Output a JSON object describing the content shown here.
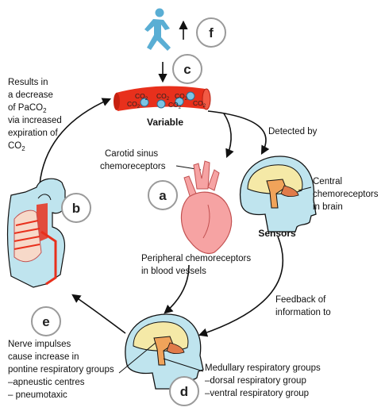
{
  "badges": {
    "a": "a",
    "b": "b",
    "c": "c",
    "d": "d",
    "e": "e",
    "f": "f"
  },
  "variable": {
    "label": "Variable",
    "co2": "CO",
    "co2_sub": "2"
  },
  "results": {
    "lines": [
      "Results in",
      "a decrease",
      "of PaCO",
      "via increased",
      "expiration of",
      "CO"
    ],
    "sub": "2"
  },
  "detected_by": "Detected by",
  "carotid": [
    "Carotid sinus",
    "chemoreceptors"
  ],
  "central": [
    "Central",
    "chemoreceptors",
    "in brain"
  ],
  "sensors": "Sensors",
  "peripheral": [
    "Peripheral chemoreceptors",
    "in blood vessels"
  ],
  "feedback": [
    "Feedback of",
    "information to"
  ],
  "nerve": [
    "Nerve impulses",
    "cause increase in",
    "pontine respiratory groups",
    "–apneustic centres",
    "– pneumotaxic"
  ],
  "medullary": [
    "Medullary respiratory groups",
    "–dorsal respiratory group",
    "–ventral respiratory group"
  ],
  "colors": {
    "skin": "#bfe4ee",
    "vessel": "#e8301c",
    "heart": "#f6a3a3",
    "brain": "#f5e9a7",
    "stem": "#f0a35a",
    "lungs": "#f7d9c9"
  }
}
